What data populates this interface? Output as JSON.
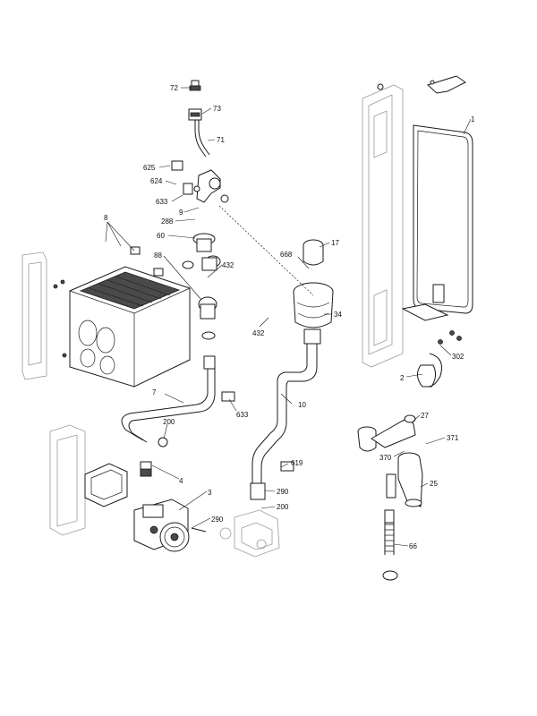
{
  "callouts": [
    {
      "id": "72",
      "label": "72"
    },
    {
      "id": "73",
      "label": "73"
    },
    {
      "id": "71",
      "label": "71"
    },
    {
      "id": "625",
      "label": "625"
    },
    {
      "id": "624",
      "label": "624"
    },
    {
      "id": "633a",
      "label": "633"
    },
    {
      "id": "9",
      "label": "9"
    },
    {
      "id": "288",
      "label": "288"
    },
    {
      "id": "60",
      "label": "60"
    },
    {
      "id": "8",
      "label": "8"
    },
    {
      "id": "88",
      "label": "88"
    },
    {
      "id": "432a",
      "label": "432"
    },
    {
      "id": "668",
      "label": "668"
    },
    {
      "id": "17",
      "label": "17"
    },
    {
      "id": "34",
      "label": "34"
    },
    {
      "id": "432b",
      "label": "432"
    },
    {
      "id": "7",
      "label": "7"
    },
    {
      "id": "633b",
      "label": "633"
    },
    {
      "id": "10",
      "label": "10"
    },
    {
      "id": "200a",
      "label": "200"
    },
    {
      "id": "4",
      "label": "4"
    },
    {
      "id": "3",
      "label": "3"
    },
    {
      "id": "290a",
      "label": "290"
    },
    {
      "id": "619",
      "label": "619"
    },
    {
      "id": "290b",
      "label": "290"
    },
    {
      "id": "200b",
      "label": "200"
    },
    {
      "id": "1",
      "label": "1"
    },
    {
      "id": "302",
      "label": "302"
    },
    {
      "id": "2",
      "label": "2"
    },
    {
      "id": "27",
      "label": "27"
    },
    {
      "id": "371",
      "label": "371"
    },
    {
      "id": "370",
      "label": "370"
    },
    {
      "id": "25",
      "label": "25"
    },
    {
      "id": "66",
      "label": "66"
    }
  ]
}
